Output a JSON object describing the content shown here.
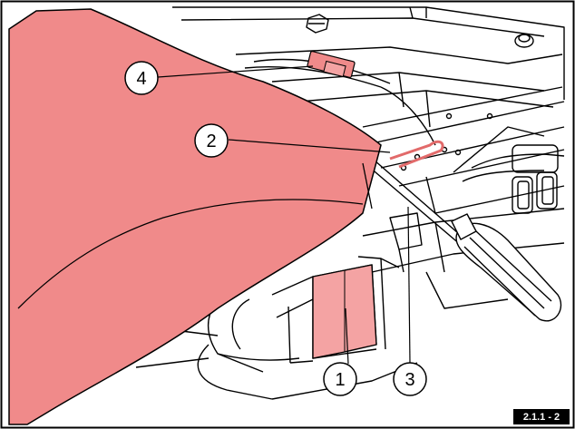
{
  "figure": {
    "id_label": "2.1.1 - 2",
    "highlight_color": "#f08a8a",
    "callouts": [
      {
        "number": "1"
      },
      {
        "number": "2"
      },
      {
        "number": "3"
      },
      {
        "number": "4"
      }
    ]
  }
}
